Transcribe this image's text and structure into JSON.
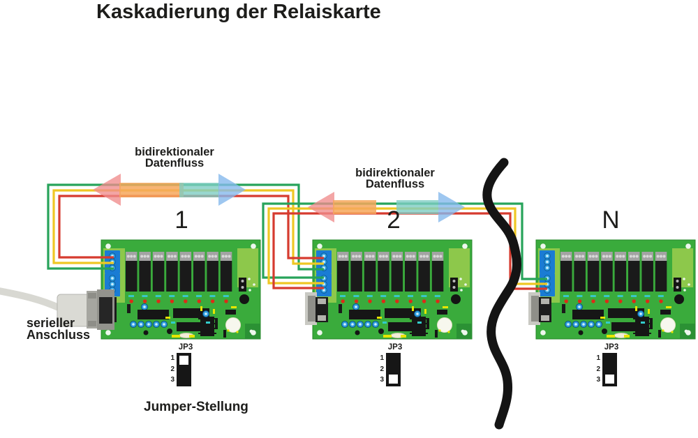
{
  "title": "Kaskadierung der Relaiskarte",
  "flow_labels": [
    {
      "line1": "bidirektionaler",
      "line2": "Datenfluss"
    },
    {
      "line1": "bidirektionaler",
      "line2": "Datenfluss"
    }
  ],
  "serial_label": {
    "line1": "serieller",
    "line2": "Anschluss"
  },
  "jumper_caption": "Jumper-Stellung",
  "cards": [
    {
      "label": "1",
      "jumper": {
        "name": "JP3",
        "pins": [
          "1",
          "2",
          "3"
        ],
        "open_position": "1",
        "cells": [
          "open",
          "bridged",
          "bridged"
        ]
      }
    },
    {
      "label": "2",
      "jumper": {
        "name": "JP3",
        "pins": [
          "1",
          "2",
          "3"
        ],
        "open_position": "3",
        "cells": [
          "bridged",
          "bridged",
          "open"
        ]
      }
    },
    {
      "label": "N",
      "jumper": {
        "name": "JP3",
        "pins": [
          "1",
          "2",
          "3"
        ],
        "open_position": "3",
        "cells": [
          "bridged",
          "bridged",
          "open"
        ]
      }
    }
  ],
  "colors": {
    "pcb": "#3aab3c",
    "wire_red": "#d63b2f",
    "wire_yellow": "#efc724",
    "wire_green": "#27a35a",
    "arrow_left_head": "#f08c8c",
    "arrow_left_body": "#f6a75c",
    "arrow_right_body": "#7ecdc3",
    "arrow_right_head": "#86b9ec"
  }
}
